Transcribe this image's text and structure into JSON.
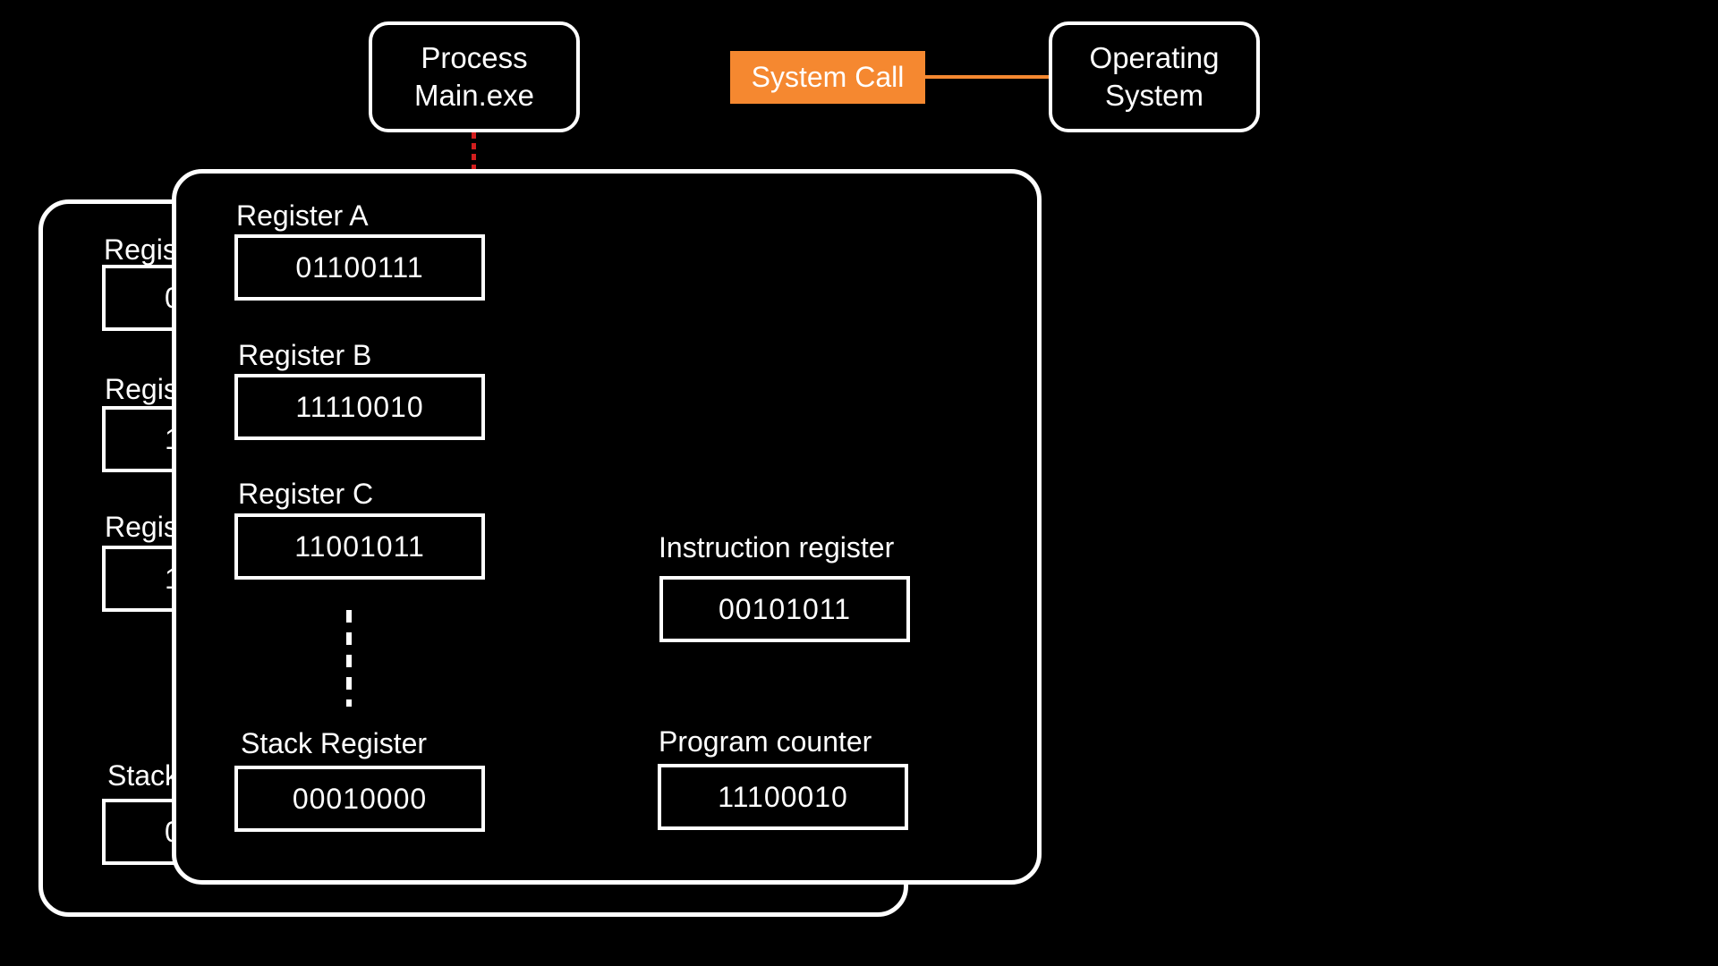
{
  "process_node": {
    "line1": "Process",
    "line2": "Main.exe"
  },
  "system_call": {
    "label": "System Call",
    "color": "#f58830"
  },
  "os_node": {
    "line1": "Operating",
    "line2": "System"
  },
  "connector_color": "#d21e1e",
  "back_panel": {
    "registers": [
      {
        "label": "Regis",
        "value": "0"
      },
      {
        "label": "Regis",
        "value": "1"
      },
      {
        "label": "Regis",
        "value": "1"
      },
      {
        "label": "Stack",
        "value": "0"
      }
    ]
  },
  "front_panel": {
    "register_a": {
      "label": "Register A",
      "value": "01100111"
    },
    "register_b": {
      "label": "Register B",
      "value": "11110010"
    },
    "register_c": {
      "label": "Register C",
      "value": "11001011"
    },
    "stack_register": {
      "label": "Stack Register",
      "value": "00010000"
    },
    "instruction_register": {
      "label": "Instruction register",
      "value": "00101011"
    },
    "program_counter": {
      "label": "Program counter",
      "value": "11100010"
    }
  }
}
